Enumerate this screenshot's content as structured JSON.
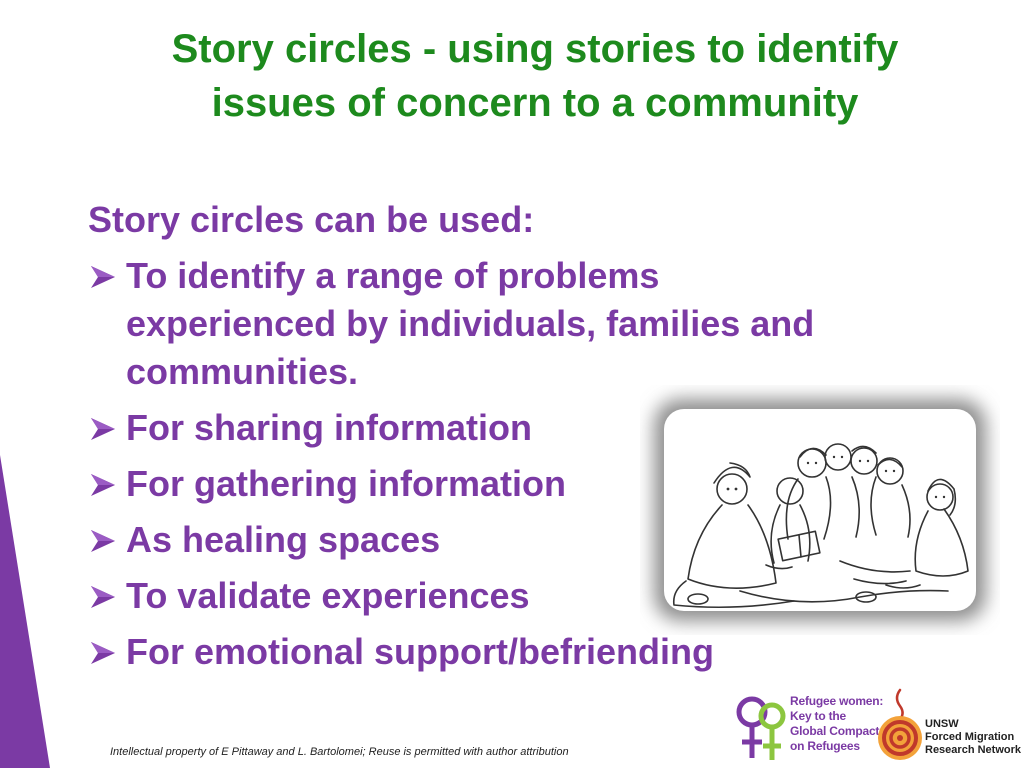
{
  "slide": {
    "title_line1": "Story circles - using stories to identify",
    "title_line2": "issues of concern to a community",
    "intro": "Story circles can be used:",
    "bullets": [
      "To identify a range of problems experienced by individuals, families and communities.",
      "For sharing information",
      "For gathering information",
      "As healing spaces",
      "To validate experiences",
      "For emotional support/befriending"
    ],
    "footer": "Intellectual property of E Pittaway and L. Bartolomei; Reuse is permitted with author attribution",
    "logo_refugee": {
      "line1": "Refugee women:",
      "line2": "Key to the",
      "line3": "Global Compact",
      "line4": "on Refugees"
    },
    "logo_unsw": {
      "line1": "UNSW",
      "line2": "Forced Migration",
      "line3": "Research Network"
    },
    "colors": {
      "title": "#1d8a1d",
      "body": "#7b3aa4",
      "accent_green": "#8cc63f",
      "unsw_red": "#c0392b"
    },
    "icons": {
      "bullet": "arrow-bullet-icon",
      "illustration": "women-circle-illustration"
    }
  }
}
